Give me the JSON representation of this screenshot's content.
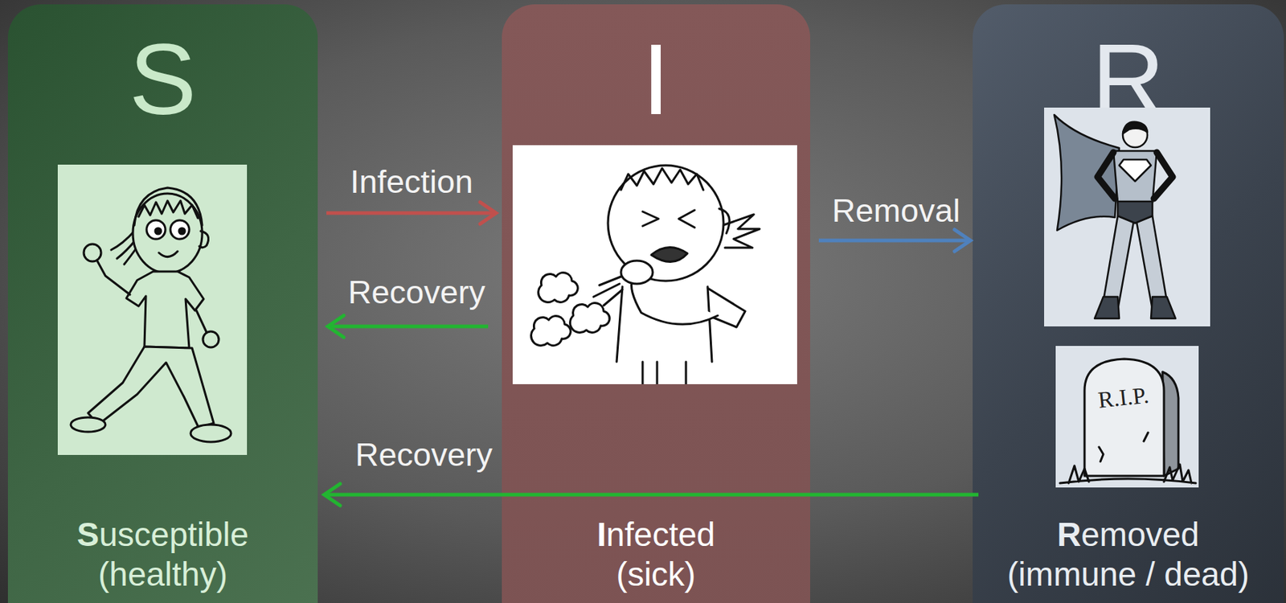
{
  "diagram": {
    "nodes": [
      {
        "text": [
          "S",
          "Susceptible (healthy)"
        ]
      },
      {
        "text": [
          "I",
          "Infected (sick)"
        ]
      },
      {
        "text": [
          "R",
          "Removed (immune / dead)"
        ]
      }
    ],
    "edges": [
      {
        "from": 0,
        "to": 1,
        "arrow": "to",
        "label": "Infection"
      },
      {
        "from": 1,
        "to": 0,
        "arrow": "to",
        "label": "Recovery"
      },
      {
        "from": 1,
        "to": 2,
        "arrow": "to",
        "label": "Removal"
      },
      {
        "from": 2,
        "to": 0,
        "arrow": "to",
        "label": "Recovery"
      }
    ],
    "labels": [
      "R.I.P."
    ]
  }
}
